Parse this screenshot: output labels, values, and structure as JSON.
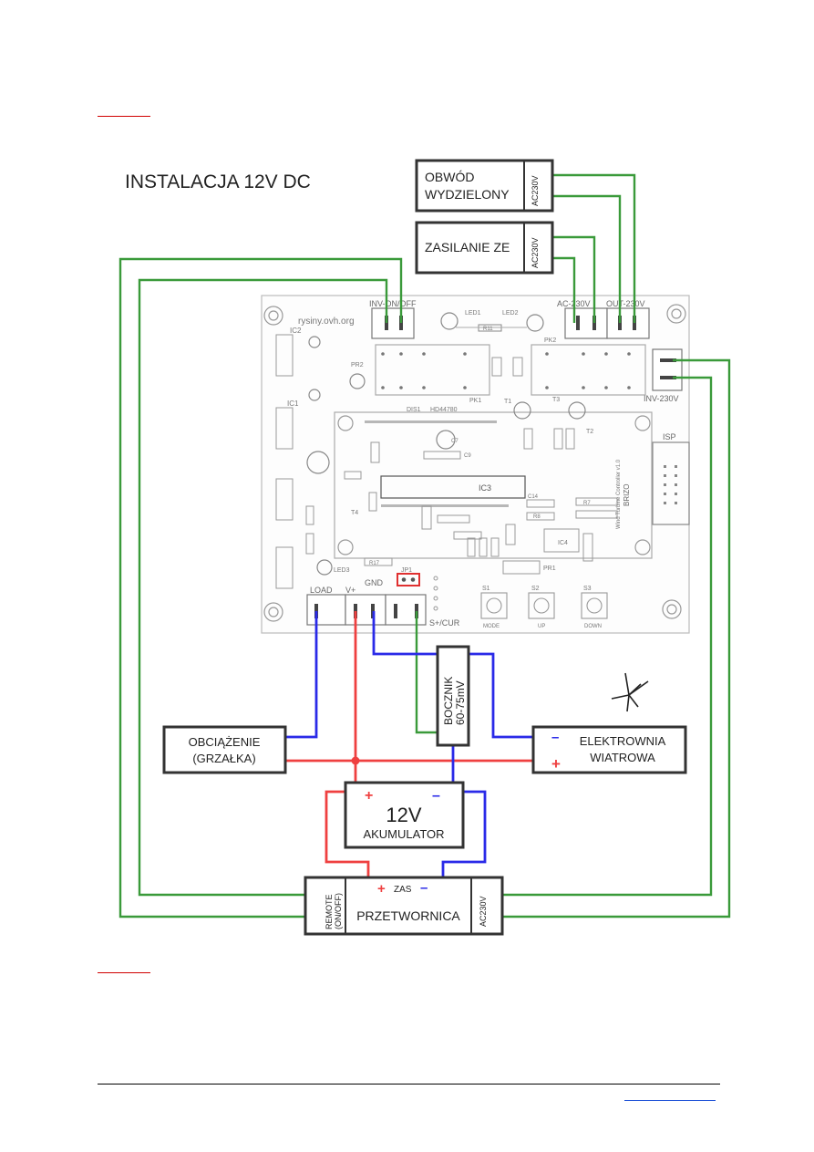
{
  "diagram": {
    "title": "INSTALACJA 12V DC",
    "boxes": {
      "obwod": {
        "line1": "OBWÓD",
        "line2": "WYDZIELONY",
        "terminal": "AC230V"
      },
      "zasilanie": {
        "line1": "ZASILANIE ZE",
        "terminal": "AC230V"
      },
      "bocznik": {
        "line1": "BOCZNIK",
        "line2": "60-75mV"
      },
      "obciazenie": {
        "line1": "OBCIĄŻENIE",
        "line2": "(GRZAŁKA)"
      },
      "elektrownia": {
        "line1": "ELEKTROWNIA",
        "line2": "WIATROWA",
        "minus": "–",
        "plus": "+"
      },
      "akumulator": {
        "line1": "12V",
        "line2": "AKUMULATOR",
        "plus": "+",
        "minus": "–"
      },
      "przetwornica": {
        "label": "PRZETWORNICA",
        "remote1": "REMOTE",
        "remote2": "(ON/OFF)",
        "zas": "ZAS",
        "ac": "AC230V",
        "plus": "+",
        "minus": "–"
      }
    },
    "pcb": {
      "website": "rysiny.ovh.org",
      "labels": {
        "inv_onoff": "INV-ON/OFF",
        "ac230v": "AC-230V",
        "out230v": "OUT-230V",
        "inv230v": "INV-230V",
        "load": "LOAD",
        "vplus": "V+",
        "gnd": "GND",
        "scur": "S+/CUR",
        "ic3": "IC3",
        "isp": "ISP",
        "dis1": "DIS1",
        "hd44780": "HD44780",
        "brizo": "BRIZO",
        "wtc": "Wind Turbine Controller v1.0",
        "mode": "MODE",
        "up": "UP",
        "down": "DOWN",
        "s1": "S1",
        "s2": "S2",
        "s3": "S3",
        "led1": "LED1",
        "led2": "LED2",
        "led3": "LED3",
        "r11": "R11",
        "pk1": "PK1",
        "pk2": "PK2",
        "pr1": "PR1",
        "pr2": "PR2",
        "ic1": "IC1",
        "ic2": "IC2",
        "ic4": "IC4",
        "t1": "T1",
        "t2": "T2",
        "t3": "T3",
        "t4": "T4",
        "jp1": "JP1",
        "c7": "C7",
        "c9": "C9",
        "c14": "C14",
        "r7": "R7",
        "r8": "R8",
        "r17": "R17"
      }
    }
  },
  "colors": {
    "green": "#3a9a3a",
    "red": "#ef4040",
    "blue": "#2a2ae8",
    "box_border": "#333333",
    "pcb_outline": "#aaaaaa"
  }
}
